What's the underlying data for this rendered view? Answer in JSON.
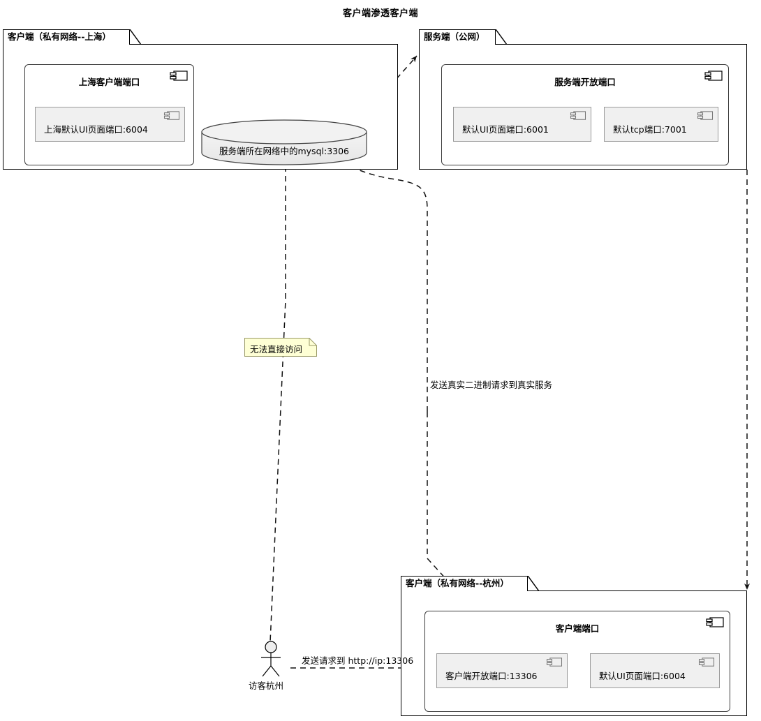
{
  "title": "客户端渗透客户端",
  "packages": [
    {
      "id": "shanghai",
      "label": "客户端（私有网络--上海）",
      "component": {
        "title": "上海客户端端口",
        "icon": "component-icon",
        "ports": [
          {
            "label": "上海默认UI页面端口:6004",
            "icon": "component-icon"
          }
        ]
      }
    },
    {
      "id": "server",
      "label": "服务端（公网）",
      "component": {
        "title": "服务端开放端口",
        "icon": "component-icon",
        "ports": [
          {
            "label": "默认UI页面端口:6001",
            "icon": "component-icon"
          },
          {
            "label": "默认tcp端口:7001",
            "icon": "component-icon"
          }
        ]
      }
    },
    {
      "id": "hangzhou",
      "label": "客户端（私有网络--杭州）",
      "component": {
        "title": "客户端端口",
        "icon": "component-icon",
        "ports": [
          {
            "label": "客户端开放端口:13306",
            "icon": "component-icon"
          },
          {
            "label": "默认UI页面端口:6004",
            "icon": "component-icon"
          }
        ]
      }
    }
  ],
  "database": {
    "label": "服务端所在网络中的mysql:3306",
    "icon": "database-cylinder-icon"
  },
  "note": {
    "text": "无法直接访问",
    "color": "#feffd5",
    "border": "#999966"
  },
  "actor": {
    "label": "访客杭州",
    "icon": "actor-stick-figure-icon"
  },
  "edge_labels": [
    {
      "id": "binary-request",
      "text": "发送真实二进制请求到真实服务"
    },
    {
      "id": "http-request",
      "text": "发送请求到 http://ip:13306"
    }
  ],
  "colors": {
    "stroke": "#000000",
    "port_fill": "#f0f0f0",
    "port_border": "#9a9a9a",
    "component_border": "#3a3a3a",
    "note_fill": "#feffd5",
    "background": "#ffffff"
  }
}
